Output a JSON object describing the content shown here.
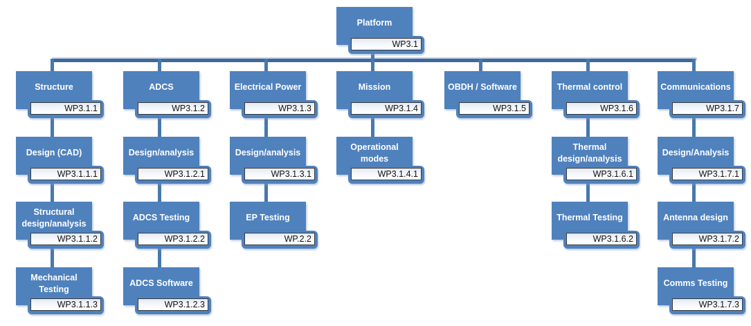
{
  "colors": {
    "node_fill": "#4f81bd",
    "node_text": "#ffffff",
    "connector": "#4878ae",
    "connector_dark": "#3f689b",
    "tag_bar_border": "#3b3b3b",
    "tag_text": "#111111",
    "background": "#ffffff"
  },
  "diagram": {
    "type": "work-breakdown-structure",
    "nodes": [
      {
        "label": "Platform",
        "wp": "WP3.1",
        "col": 3,
        "row": 0
      },
      {
        "label": "Structure",
        "wp": "WP3.1.1",
        "col": 0,
        "row": 1
      },
      {
        "label": "ADCS",
        "wp": "WP3.1.2",
        "col": 1,
        "row": 1
      },
      {
        "label": "Electrical Power",
        "wp": "WP3.1.3",
        "col": 2,
        "row": 1
      },
      {
        "label": "Mission",
        "wp": "WP3.1.4",
        "col": 3,
        "row": 1
      },
      {
        "label": "OBDH / Software",
        "wp": "WP3.1.5",
        "col": 4,
        "row": 1
      },
      {
        "label": "Thermal control",
        "wp": "WP3.1.6",
        "col": 5,
        "row": 1
      },
      {
        "label": "Communications",
        "wp": "WP3.1.7",
        "col": 6,
        "row": 1
      },
      {
        "label": "Design (CAD)",
        "wp": "WP3.1.1.1",
        "col": 0,
        "row": 2
      },
      {
        "label": "Design/analysis",
        "wp": "WP3.1.2.1",
        "col": 1,
        "row": 2
      },
      {
        "label": "Design/analysis",
        "wp": "WP3.1.3.1",
        "col": 2,
        "row": 2
      },
      {
        "label": "Operational modes",
        "wp": "WP3.1.4.1",
        "col": 3,
        "row": 2
      },
      {
        "label": "Thermal design/analysis",
        "wp": "WP3.1.6.1",
        "col": 5,
        "row": 2
      },
      {
        "label": "Design/Analysis",
        "wp": "WP3.1.7.1",
        "col": 6,
        "row": 2
      },
      {
        "label": "Structural design/analysis",
        "wp": "WP3.1.1.2",
        "col": 0,
        "row": 3
      },
      {
        "label": "ADCS Testing",
        "wp": "WP3.1.2.2",
        "col": 1,
        "row": 3
      },
      {
        "label": "EP Testing",
        "wp": "WP.2.2",
        "col": 2,
        "row": 3
      },
      {
        "label": "Thermal Testing",
        "wp": "WP3.1.6.2",
        "col": 5,
        "row": 3
      },
      {
        "label": "Antenna design",
        "wp": "WP3.1.7.2",
        "col": 6,
        "row": 3
      },
      {
        "label": "Mechanical Testing",
        "wp": "WP3.1.1.3",
        "col": 0,
        "row": 4
      },
      {
        "label": "ADCS Software",
        "wp": "WP3.1.2.3",
        "col": 1,
        "row": 4
      },
      {
        "label": "Comms Testing",
        "wp": "WP3.1.7.3",
        "col": 6,
        "row": 4
      }
    ]
  }
}
